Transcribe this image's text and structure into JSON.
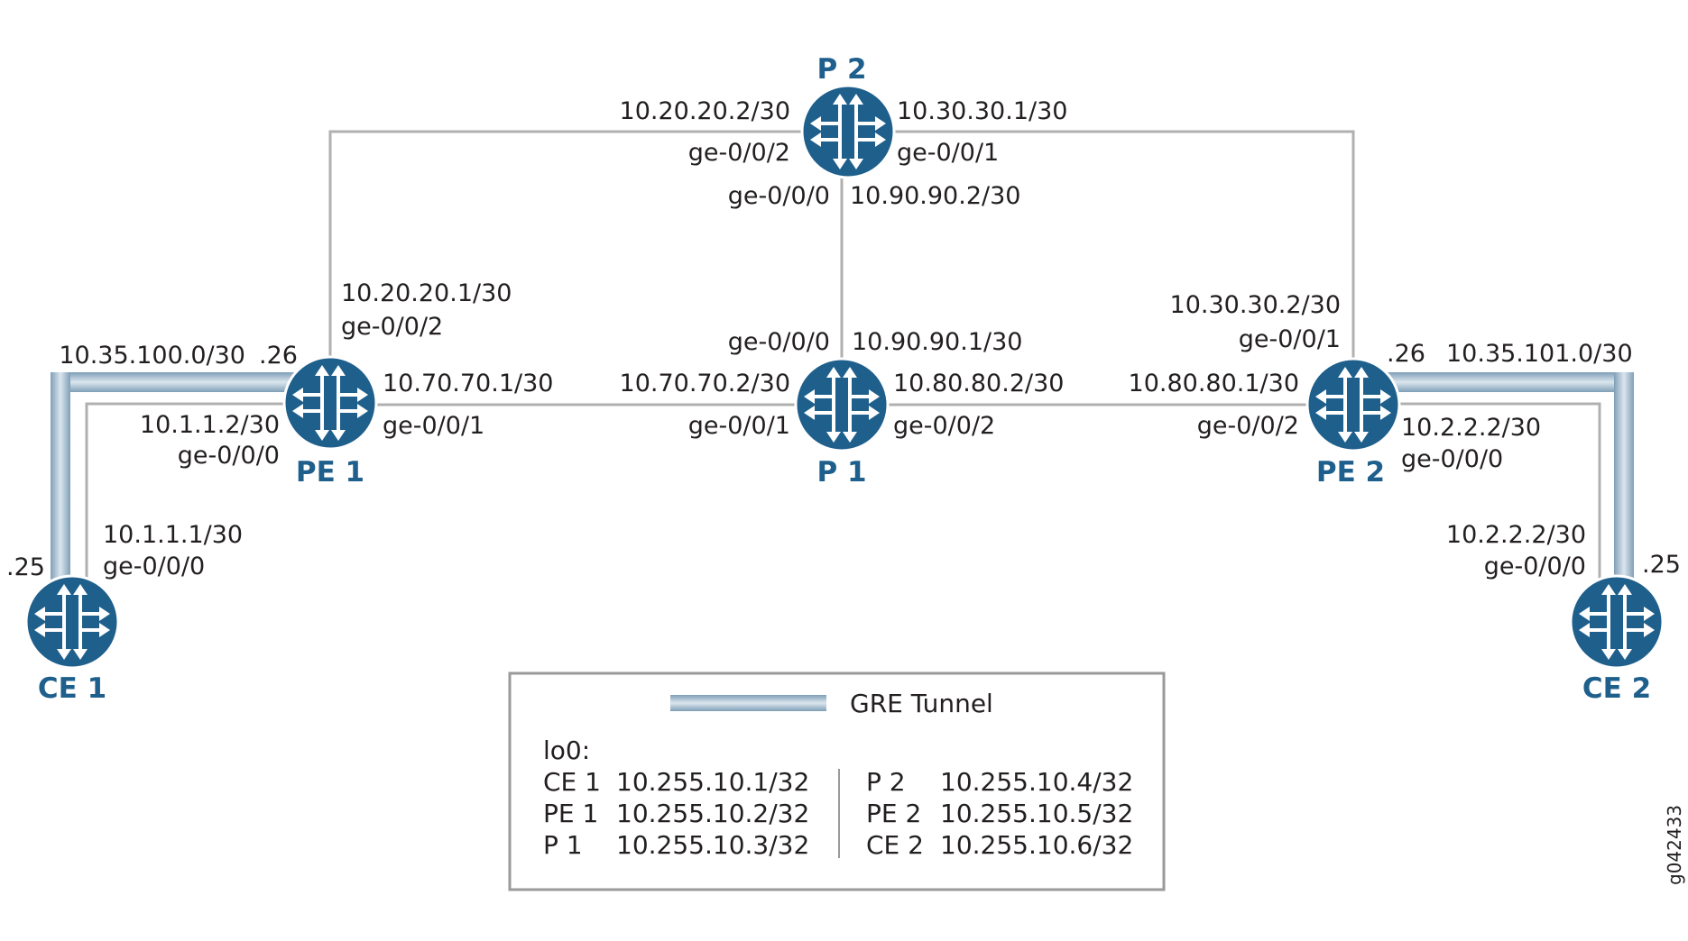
{
  "routers": {
    "ce1": "CE 1",
    "pe1": "PE 1",
    "p1": "P 1",
    "p2": "P 2",
    "pe2": "PE 2",
    "ce2": "CE 2"
  },
  "p2": {
    "left_ip": "10.20.20.2/30",
    "left_if": "ge-0/0/2",
    "right_ip": "10.30.30.1/30",
    "right_if": "ge-0/0/1",
    "down_if": "ge-0/0/0",
    "down_ip": "10.90.90.2/30"
  },
  "pe1": {
    "up_ip": "10.20.20.1/30",
    "up_if": "ge-0/0/2",
    "right_ip": "10.70.70.1/30",
    "right_if": "ge-0/0/1",
    "ce_ip": "10.1.1.2/30",
    "ce_if": "ge-0/0/0",
    "gre_subnet": "10.35.100.0/30",
    "gre_host": ".26"
  },
  "ce1": {
    "ip": "10.1.1.1/30",
    "if": "ge-0/0/0",
    "gre_host": ".25"
  },
  "p1": {
    "up_if": "ge-0/0/0",
    "up_ip": "10.90.90.1/30",
    "left_ip": "10.70.70.2/30",
    "left_if": "ge-0/0/1",
    "right_ip": "10.80.80.2/30",
    "right_if": "ge-0/0/2"
  },
  "pe2": {
    "up_ip": "10.30.30.2/30",
    "up_if": "ge-0/0/1",
    "left_ip": "10.80.80.1/30",
    "left_if": "ge-0/0/2",
    "ce_ip": "10.2.2.2/30",
    "ce_if": "ge-0/0/0",
    "gre_host": ".26",
    "gre_subnet": "10.35.101.0/30"
  },
  "ce2": {
    "ip": "10.2.2.2/30",
    "if": "ge-0/0/0",
    "gre_host": ".25"
  },
  "legend": {
    "tunnel_label": "GRE Tunnel",
    "lo0_title": "lo0:",
    "rows_left": [
      {
        "name": "CE 1",
        "addr": "10.255.10.1/32"
      },
      {
        "name": "PE 1",
        "addr": "10.255.10.2/32"
      },
      {
        "name": "P 1",
        "addr": "10.255.10.3/32"
      }
    ],
    "rows_right": [
      {
        "name": "P 2",
        "addr": "10.255.10.4/32"
      },
      {
        "name": "PE 2",
        "addr": "10.255.10.5/32"
      },
      {
        "name": "CE 2",
        "addr": "10.255.10.6/32"
      }
    ]
  },
  "figure_id": "g042433",
  "colors": {
    "router_fill": "#1e5f8c",
    "router_name": "#1e5f8c",
    "link": "#b0b0b0",
    "tunnel": "#9bb8cc"
  }
}
